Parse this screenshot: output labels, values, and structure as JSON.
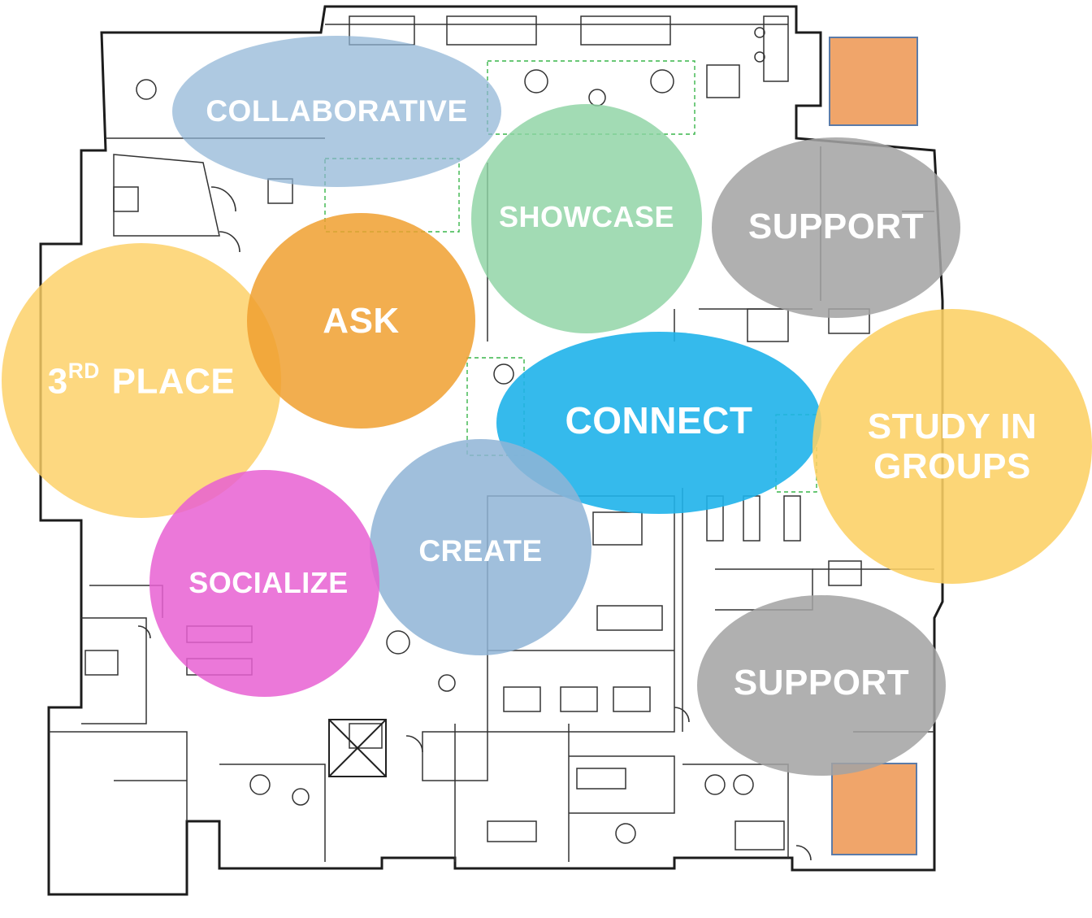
{
  "colors": {
    "blue_gray": "#8fb4d6",
    "green": "#8dd3a4",
    "gray": "#a3a3a3",
    "orange": "#f0a030",
    "yellow": "#fcd064",
    "cyan": "#1fb2ea",
    "magenta": "#e860d2",
    "stair": "#f0a56a",
    "plan_line": "#1c1c1c"
  },
  "zones": {
    "collaborative": {
      "label": "COLLABORATIVE",
      "color": "blue_gray"
    },
    "showcase": {
      "label": "SHOWCASE",
      "color": "green"
    },
    "support_top": {
      "label": "SUPPORT",
      "color": "gray"
    },
    "ask": {
      "label": "ASK",
      "color": "orange"
    },
    "third_place": {
      "prefix": "3",
      "sup": "RD",
      "suffix": " PLACE",
      "color": "yellow"
    },
    "connect": {
      "label": "CONNECT",
      "color": "cyan"
    },
    "study_in_groups": {
      "line1": "STUDY IN",
      "line2": "GROUPS",
      "color": "yellow"
    },
    "socialize": {
      "label": "SOCIALIZE",
      "color": "magenta"
    },
    "create": {
      "label": "CREATE",
      "color": "blue_gray"
    },
    "support_bottom": {
      "label": "SUPPORT",
      "color": "gray"
    }
  },
  "plan": {
    "stair_icon": "stair-icon",
    "table_icon": "table-icon"
  }
}
